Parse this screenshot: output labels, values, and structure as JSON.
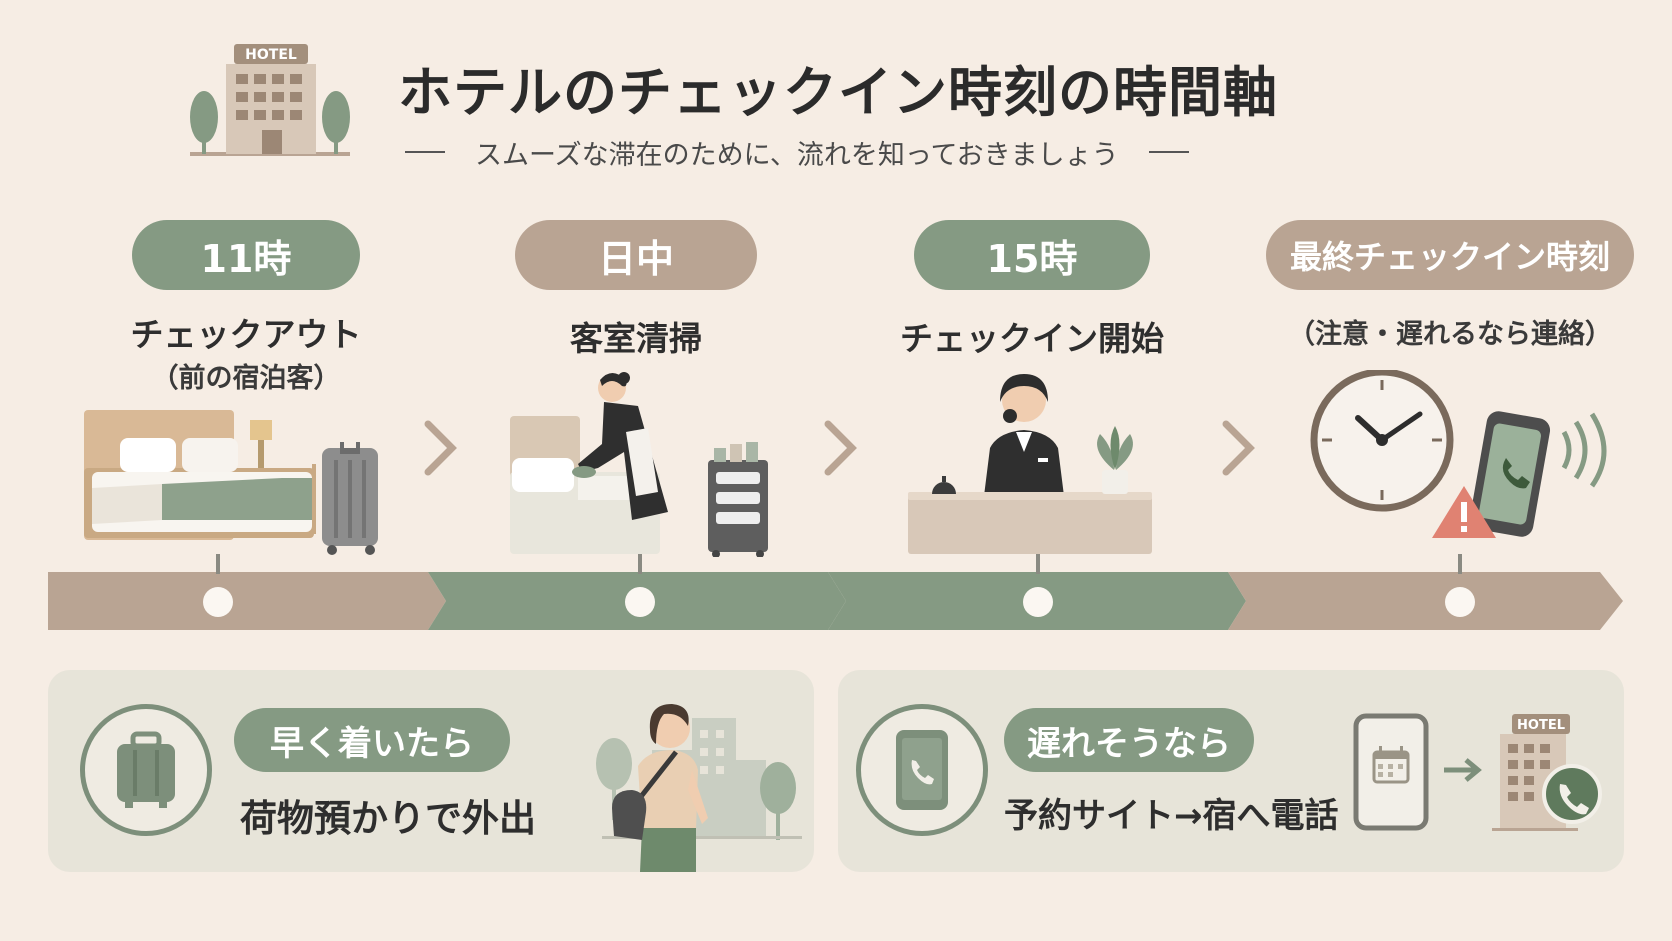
{
  "header": {
    "logo_text": "HOTEL",
    "title": "ホテルのチェックイン時刻の時間軸",
    "subtitle": "スムーズな滞在のために、流れを知っておきましょう"
  },
  "steps": [
    {
      "time": "11時",
      "title": "チェックアウト",
      "note": "（前の宿泊客）",
      "color": "#859a83"
    },
    {
      "time": "日中",
      "title": "客室清掃",
      "note": "",
      "color": "#b9a493"
    },
    {
      "time": "15時",
      "title": "チェックイン開始",
      "note": "",
      "color": "#859a83"
    },
    {
      "time": "最終チェックイン時刻",
      "title": "",
      "note": "（注意・遅れるなら連絡）",
      "color": "#b9a493"
    }
  ],
  "timeline": {
    "segment_colors": [
      "#b9a493",
      "#859a83",
      "#859a83",
      "#b9a493"
    ]
  },
  "tips": [
    {
      "icon": "suitcase-icon",
      "label": "早く着いたら",
      "text": "荷物預かりで外出"
    },
    {
      "icon": "phone-icon",
      "label": "遅れそうなら",
      "text": "予約サイト→宿へ電話",
      "hotel_sign": "HOTEL"
    }
  ],
  "colors": {
    "background": "#f6ede4",
    "sage": "#859a83",
    "tan": "#b9a493",
    "card": "#e7e4d9"
  }
}
